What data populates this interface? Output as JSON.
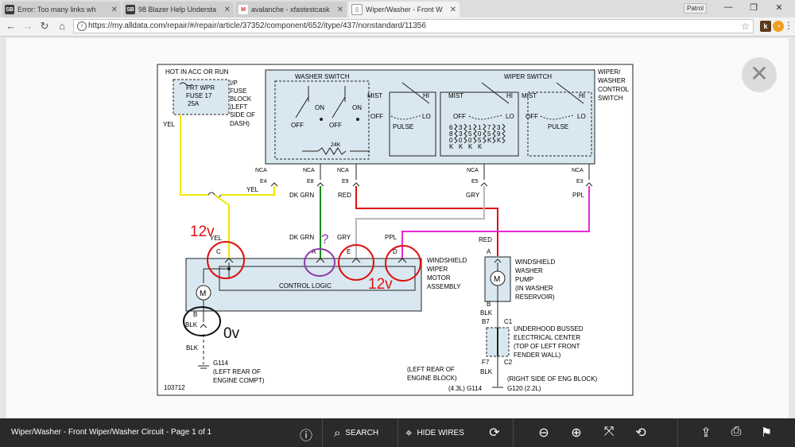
{
  "browser": {
    "tabs": [
      {
        "label": "Error: Too many links wh",
        "favicon": "SB",
        "fav_color": "#3a3a3a",
        "active": false
      },
      {
        "label": "98 Blazer Help Understa",
        "favicon": "SB",
        "fav_color": "#3a3a3a",
        "active": false
      },
      {
        "label": "avalanche - xfastestcask",
        "favicon": "M",
        "fav_color": "#d93025",
        "active": false
      },
      {
        "label": "Wiper/Washer - Front W",
        "favicon": "▯",
        "fav_color": "#888888",
        "active": true
      }
    ],
    "profile": "Patrol",
    "url": "https://my.alldata.com/repair/#/repair/article/37352/component/652/itype/437/nonstandard/11356"
  },
  "diagram": {
    "top_labels": {
      "hot": "HOT IN ACC OR RUN",
      "fuse": [
        "FRT WPR",
        "FUSE 17",
        "25A"
      ],
      "ip_fuse": [
        "I/P",
        "FUSE",
        "BLOCK",
        "(LEFT",
        "SIDE OF",
        "DASH)"
      ],
      "washer_switch": "WASHER SWITCH",
      "wiper_switch": "WIPER SWITCH",
      "wiper_control": [
        "WIPER/",
        "WASHER",
        "CONTROL",
        "SWITCH"
      ],
      "on": "ON",
      "off": "OFF",
      "mist": "MIST",
      "hi": "HI",
      "lo": "LO",
      "pulse": "PULSE",
      "resistor": "24K",
      "nca": "NCA",
      "yel": "YEL",
      "dk_grn": "DK GRN",
      "red": "RED",
      "gry": "GRY",
      "ppl": "PPL",
      "blk": "BLK"
    },
    "pins": {
      "e4": "E4",
      "e8": "E8",
      "e9": "E9",
      "e5": "E5",
      "e3": "E3"
    },
    "motor_pins": {
      "c": "C",
      "a": "A",
      "e": "E",
      "d": "D",
      "b": "B"
    },
    "control_logic": "CONTROL LOGIC",
    "wiper_motor": [
      "WINDSHIELD",
      "WIPER",
      "MOTOR",
      "ASSEMBLY"
    ],
    "washer_pump": [
      "WINDSHIELD",
      "WASHER",
      "PUMP",
      "(IN WASHER",
      "RESERVOIR)"
    ],
    "underhood": [
      "UNDERHOOD BUSSED",
      "ELECTRICAL CENTER",
      "(TOP OF LEFT FRONT",
      "FENDER WALL)"
    ],
    "pump_pins": {
      "a": "A",
      "b": "B",
      "b7": "B7",
      "c1": "C1",
      "f7": "F7",
      "c2": "C2"
    },
    "ground1": [
      "G114",
      "(LEFT REAR OF",
      "ENGINE COMPT)"
    ],
    "ground2": [
      "(LEFT REAR OF",
      "ENGINE BLOCK)",
      "(4.3L) G114"
    ],
    "ground3": [
      "(RIGHT SIDE OF ENG BLOCK)",
      "G120 (2.2L)"
    ],
    "resistor_values": [
      [
        "6",
        "8",
        "0",
        "K"
      ],
      [
        "3",
        "3",
        "0",
        "K"
      ],
      [
        "1",
        "5",
        "0",
        "K"
      ],
      [
        "1",
        "0",
        "5",
        "K"
      ],
      [
        "7",
        "5",
        "K"
      ],
      [
        "3",
        "9",
        "K"
      ]
    ],
    "figure_number": "103712",
    "annotations": {
      "v12_top": "12v",
      "v12_bottom": "12v",
      "v0": "0v",
      "question": "?"
    },
    "colors": {
      "yellow_wire": "#f2e600",
      "green_wire": "#1a8a1a",
      "red_wire": "#e01010",
      "gray_wire": "#b8b8b8",
      "purple_wire": "#e82ad6",
      "annotation_red": "#e01010",
      "annotation_purple": "#8a3aa8",
      "component_fill": "#d9e8f0"
    }
  },
  "bottom": {
    "title": "Wiper/Washer - Front Wiper/Washer Circuit - Page 1 of 1",
    "search_label": "SEARCH",
    "hide_wires_label": "HIDE WIRES"
  }
}
